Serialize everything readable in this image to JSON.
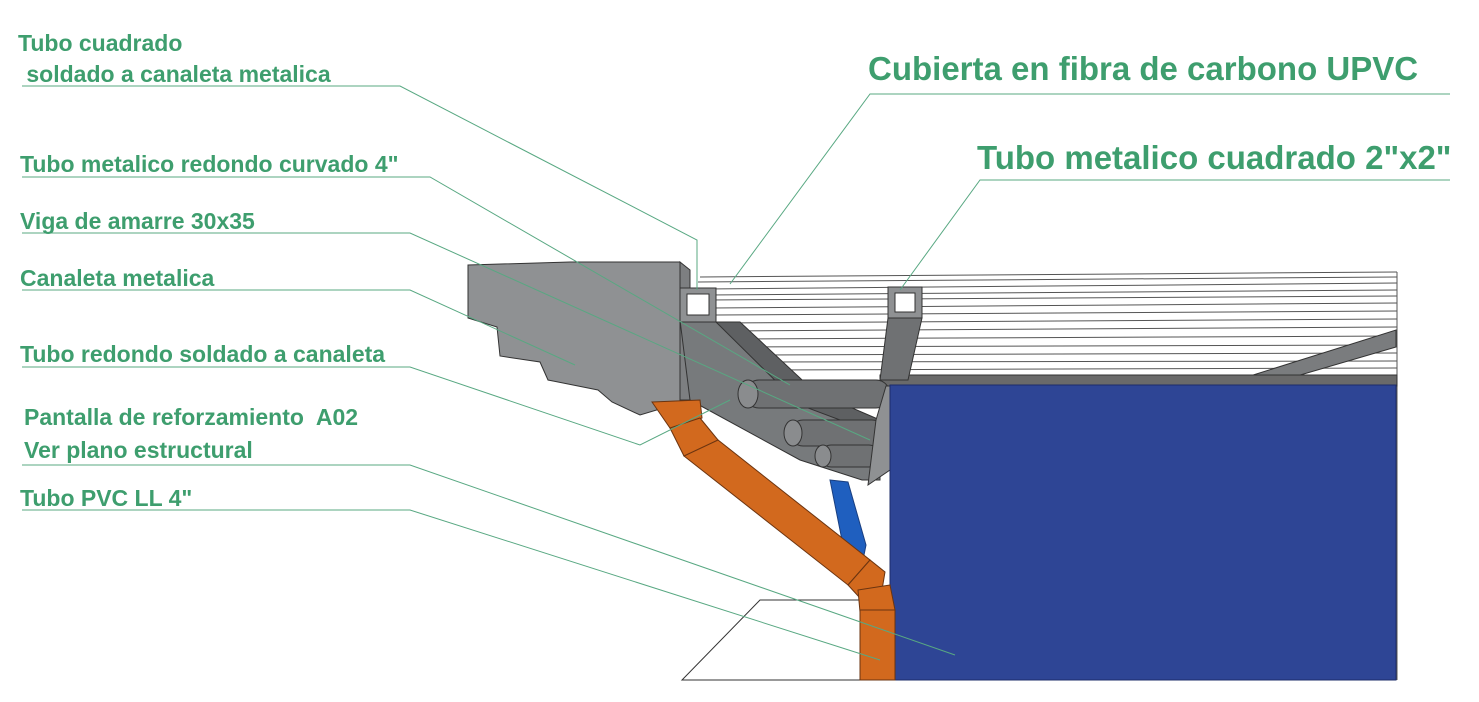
{
  "labels": {
    "tubo_cuadrado_line1": "Tubo cuadrado",
    "tubo_cuadrado_line2": " soldado a canaleta metalica",
    "cubierta": "Cubierta en fibra de carbono UPVC",
    "tubo_redondo_curvado": "Tubo metalico redondo curvado 4\"",
    "tubo_cuadrado_2x2": "Tubo metalico cuadrado 2\"x2\"",
    "viga_amarre": "Viga de amarre 30x35",
    "canaleta": "Canaleta metalica",
    "tubo_redondo_soldado": "Tubo redondo soldado a canaleta",
    "pantalla_line1": "Pantalla de reforzamiento  A02",
    "pantalla_line2": "Ver plano estructural",
    "tubo_pvc": "Tubo PVC LL 4\""
  },
  "colors": {
    "label_text": "#3e9e6e",
    "leader_line": "#58a882",
    "beam_gray": "#8f9193",
    "dark_gray": "#666666",
    "pvc_orange": "#d2691e",
    "wall_blue": "#2e4595",
    "brace_blue": "#1f5fbf"
  }
}
